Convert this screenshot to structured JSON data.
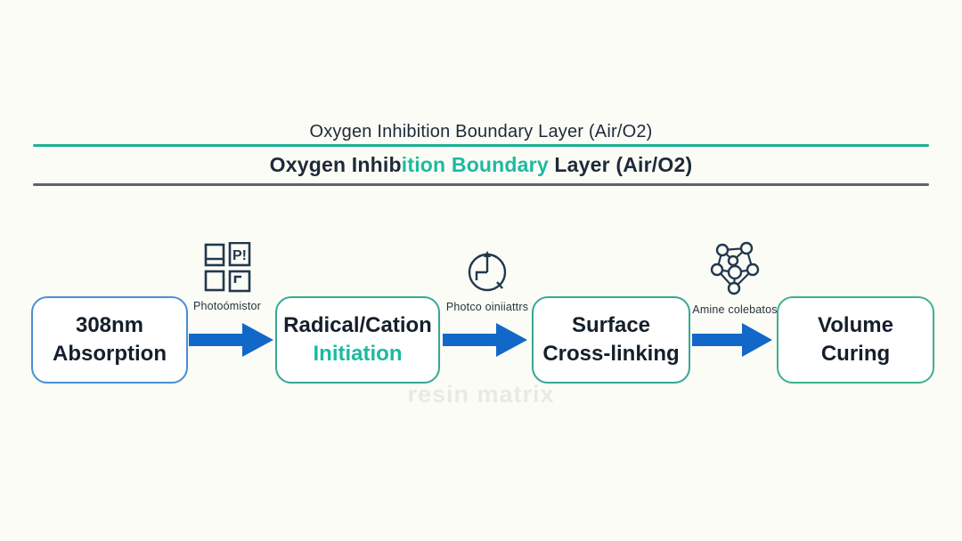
{
  "colors": {
    "teal_accent": "#1cbaa0",
    "teal_rule": "#1cb294",
    "dark_rule": "#5b6470",
    "dark_text": "#1d2a38",
    "arrow_blue": "#1268c8",
    "box_border_blue": "#4a8fd4",
    "box_border_teal": "#37a896"
  },
  "header": {
    "title_top": "Oxygen Inhibition Boundary Layer (Air/O2)",
    "title_main": {
      "seg_dark_1": "Oxygen Inhib",
      "seg_teal": "ition Boundary",
      "seg_dark_2": " Layer (Air/O2)"
    }
  },
  "flow": {
    "boxes": [
      {
        "line1": "308nm",
        "line2": "Absorption"
      },
      {
        "line1": "Radical/Cation",
        "line2": "Initiation"
      },
      {
        "line1": "Surface",
        "line2": "Cross-linking"
      },
      {
        "line1": "Volume",
        "line2": "Curing"
      }
    ],
    "arrow_groups": [
      {
        "icon": "photoinitiator-grid-icon",
        "label": "Photoómistor"
      },
      {
        "icon": "clock-icon",
        "label": "Photco oiniiattrs"
      },
      {
        "icon": "molecule-icon",
        "label": "Amine colebatos"
      }
    ],
    "watermark": "resin matrix"
  }
}
